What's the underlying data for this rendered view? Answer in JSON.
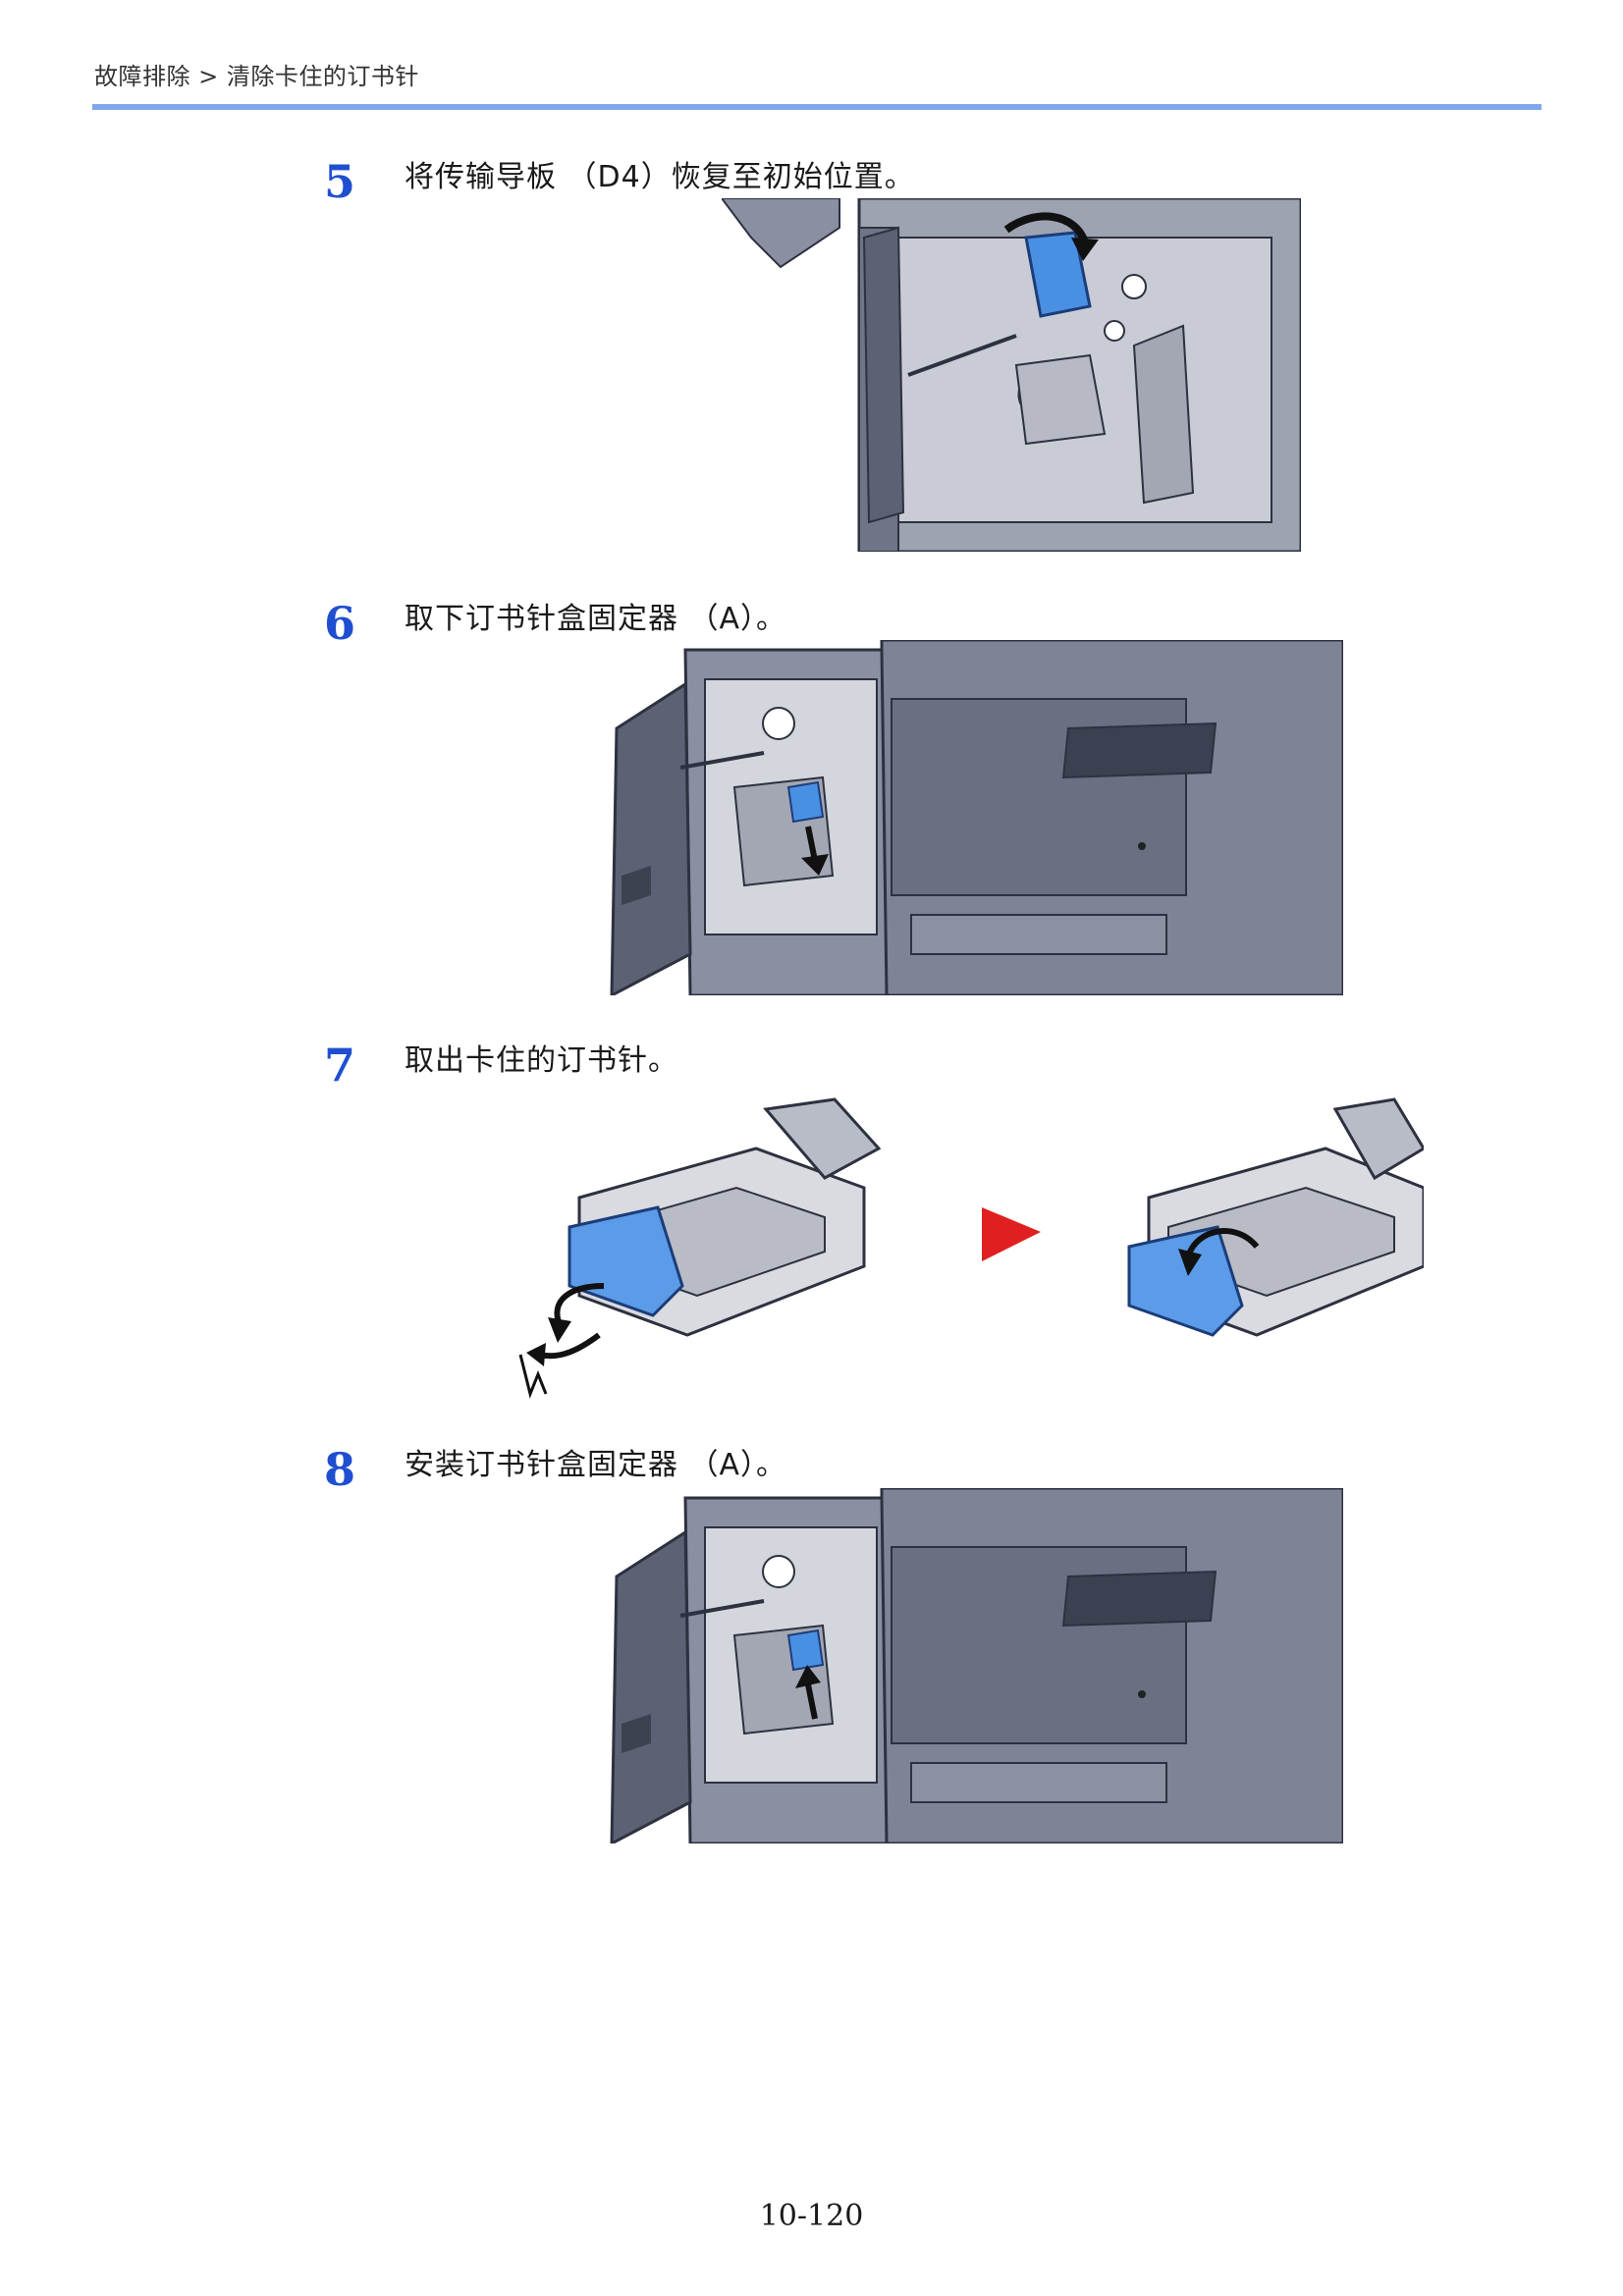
{
  "header": {
    "breadcrumb": "故障排除 > 清除卡住的订书针"
  },
  "steps": [
    {
      "number": "5",
      "text": "将传输导板 （D4）恢复至初始位置。"
    },
    {
      "number": "6",
      "text": "取下订书针盒固定器 （A）。"
    },
    {
      "number": "7",
      "text": "取出卡住的订书针。"
    },
    {
      "number": "8",
      "text": "安装订书针盒固定器 （A）。"
    }
  ],
  "colors": {
    "accent_blue": "#4a90e2",
    "machine_gray": "#7e8496",
    "machine_dark": "#3d4250",
    "header_rule": "#7fa8ec",
    "step_number": "#1f4fd0",
    "play_arrow": "#e02020"
  },
  "icons": [
    "curved-arrow-icon",
    "play-arrow-icon",
    "staple-icon"
  ],
  "footer": {
    "page_number": "10-120"
  }
}
